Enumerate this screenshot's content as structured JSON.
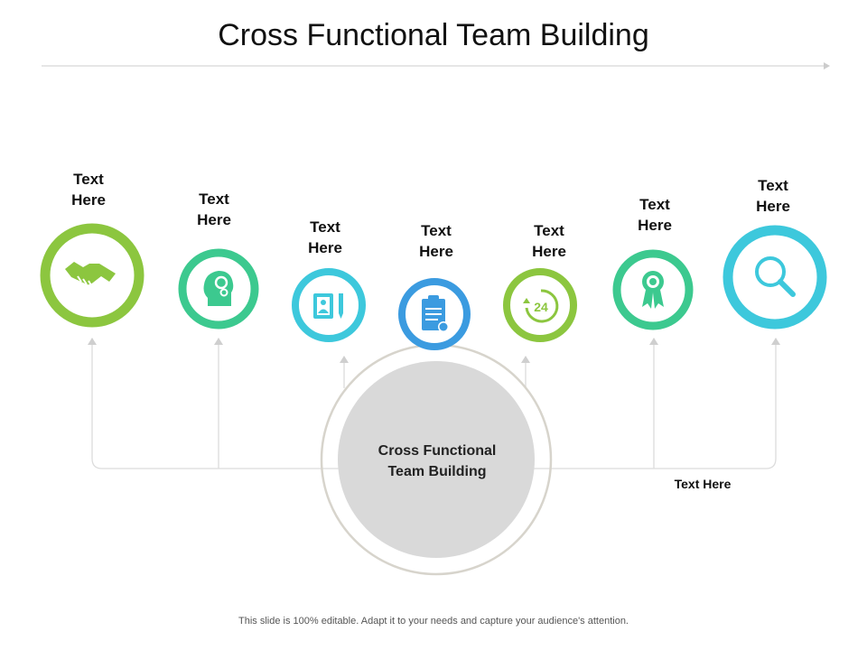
{
  "title": "Cross Functional Team Building",
  "center": {
    "line1": "Cross Functional",
    "line2": "Team Building"
  },
  "side_label": "Text Here",
  "footer": "This slide is 100% editable. Adapt it to your needs and capture your audience's attention.",
  "nodes": [
    {
      "line1": "Text",
      "line2": "Here",
      "icon": "handshake-icon",
      "color": "#8cc63f"
    },
    {
      "line1": "Text",
      "line2": "Here",
      "icon": "head-gears-icon",
      "color": "#3cc98f"
    },
    {
      "line1": "Text",
      "line2": "Here",
      "icon": "notebook-pencil-icon",
      "color": "#3dc8dc"
    },
    {
      "line1": "Text",
      "line2": "Here",
      "icon": "clipboard-check-icon",
      "color": "#3b9be0"
    },
    {
      "line1": "Text",
      "line2": "Here",
      "icon": "24-hours-icon",
      "color": "#8cc63f",
      "badge": "24"
    },
    {
      "line1": "Text",
      "line2": "Here",
      "icon": "award-ribbon-icon",
      "color": "#3cc98f"
    },
    {
      "line1": "Text",
      "line2": "Here",
      "icon": "magnifier-icon",
      "color": "#3dc8dc"
    }
  ]
}
